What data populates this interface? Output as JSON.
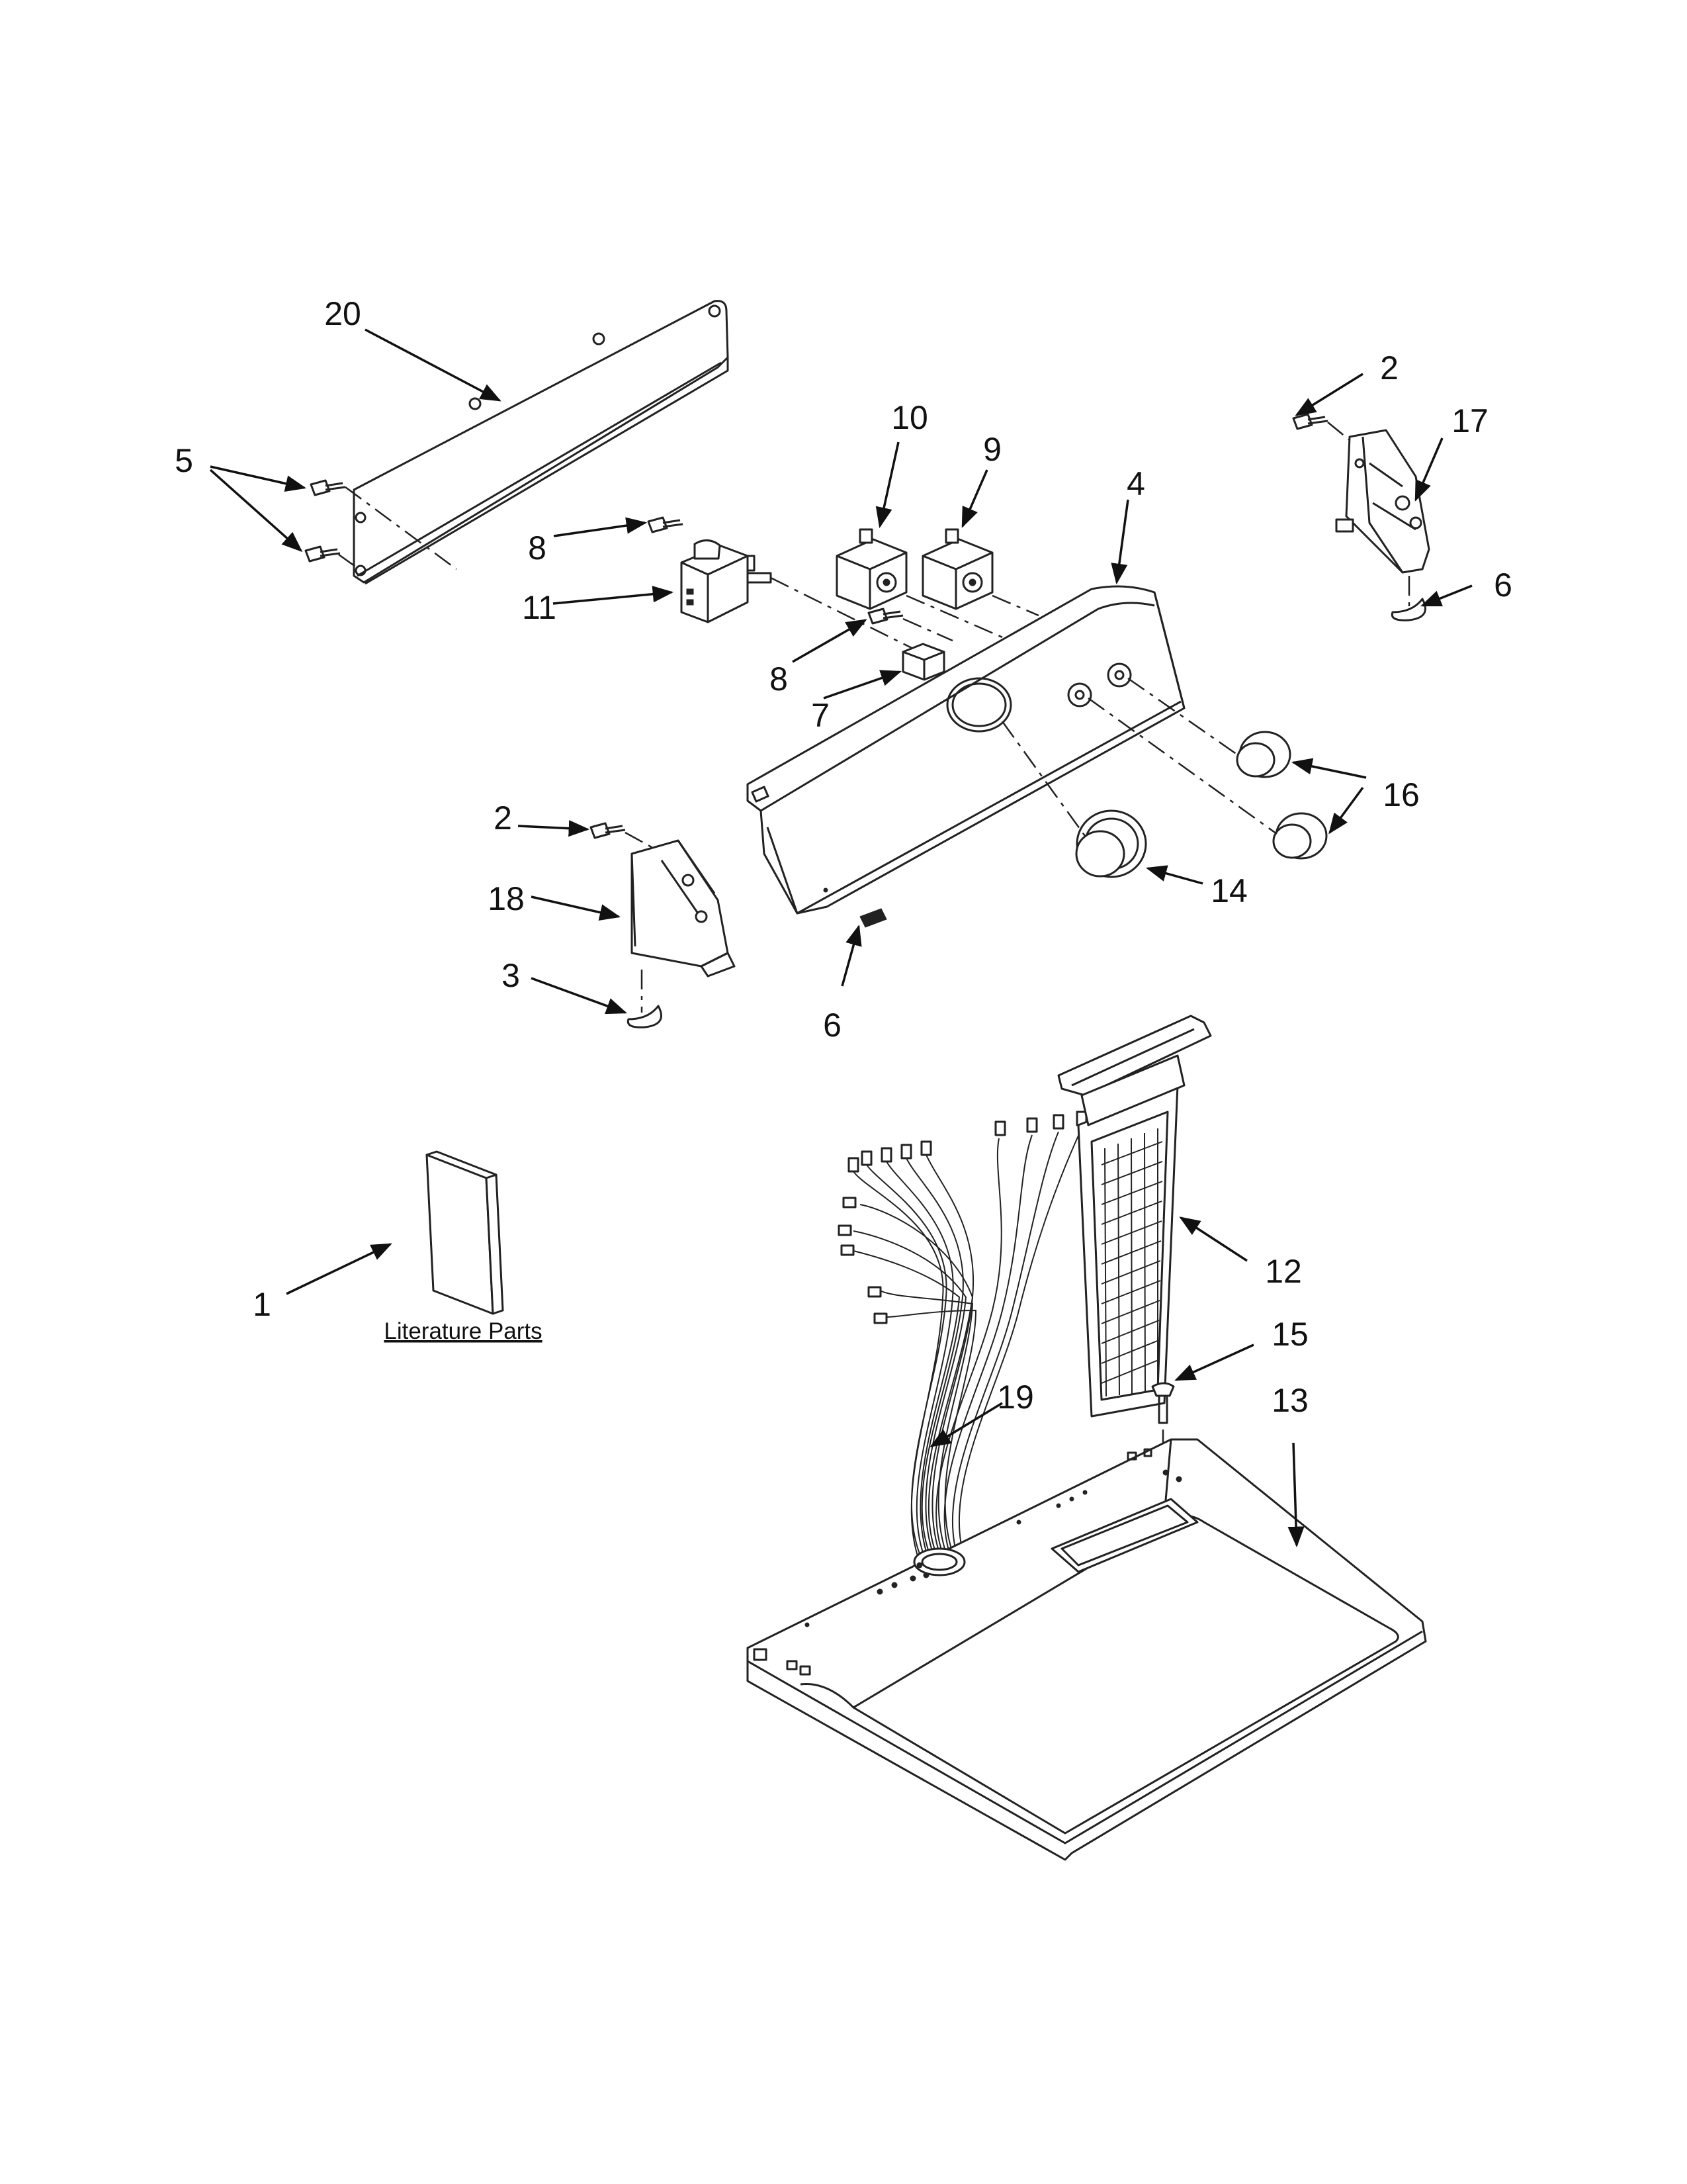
{
  "diagram": {
    "literature_caption": "Literature Parts",
    "callouts": [
      {
        "id": "c1",
        "text": "1"
      },
      {
        "id": "c2a",
        "text": "2"
      },
      {
        "id": "c2b",
        "text": "2"
      },
      {
        "id": "c3",
        "text": "3"
      },
      {
        "id": "c4",
        "text": "4"
      },
      {
        "id": "c5",
        "text": "5"
      },
      {
        "id": "c6a",
        "text": "6"
      },
      {
        "id": "c6b",
        "text": "6"
      },
      {
        "id": "c7",
        "text": "7"
      },
      {
        "id": "c8a",
        "text": "8"
      },
      {
        "id": "c8b",
        "text": "8"
      },
      {
        "id": "c9",
        "text": "9"
      },
      {
        "id": "c10",
        "text": "10"
      },
      {
        "id": "c11",
        "text": "11"
      },
      {
        "id": "c12",
        "text": "12"
      },
      {
        "id": "c13",
        "text": "13"
      },
      {
        "id": "c14",
        "text": "14"
      },
      {
        "id": "c15",
        "text": "15"
      },
      {
        "id": "c16",
        "text": "16"
      },
      {
        "id": "c17",
        "text": "17"
      },
      {
        "id": "c18",
        "text": "18"
      },
      {
        "id": "c19",
        "text": "19"
      },
      {
        "id": "c20",
        "text": "20"
      }
    ]
  }
}
